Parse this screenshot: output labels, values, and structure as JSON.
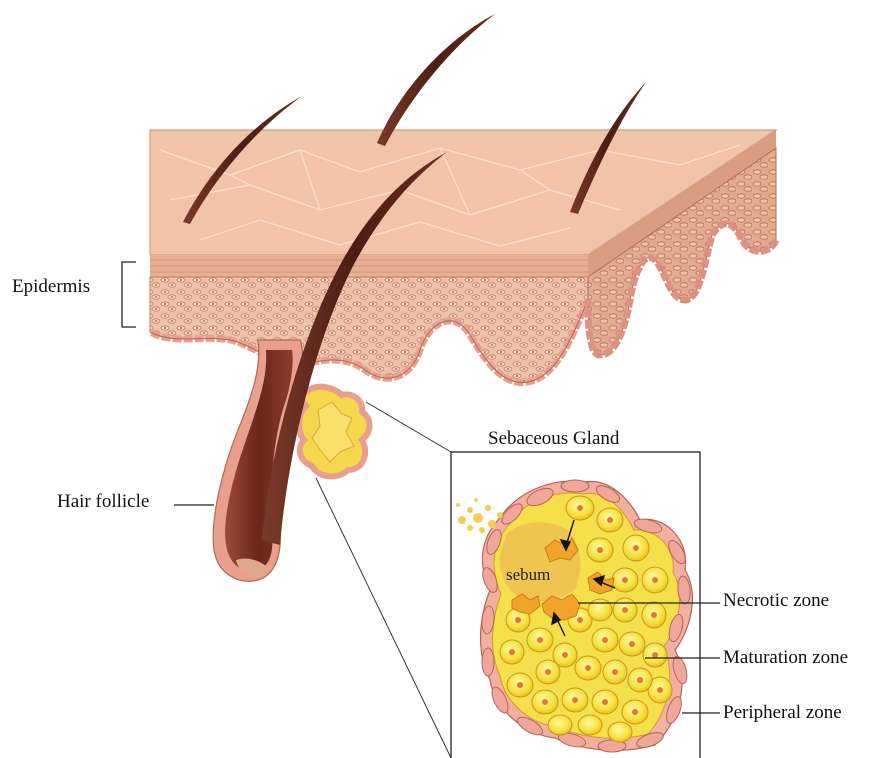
{
  "labels": {
    "epidermis": "Epidermis",
    "hair_follicle": "Hair follicle",
    "sebaceous_gland": "Sebaceous Gland",
    "sebum": "sebum",
    "necrotic_zone": "Necrotic zone",
    "maturation_zone": "Maturation  zone",
    "peripheral_zone": "Peripheral  zone"
  },
  "colors": {
    "skin_top": "#f2c3a8",
    "skin_top_dark": "#e3a88c",
    "epidermis_layer": "#e9b49a",
    "dermis_tissue": "#eebfa5",
    "cell_border": "#b86c5f",
    "hair": "#5a2318",
    "follicle": "#8a3a2e",
    "gland_yellow": "#f7e04a",
    "sebum_orange": "#f0b233",
    "peripheral_cell": "#f0a79a"
  }
}
